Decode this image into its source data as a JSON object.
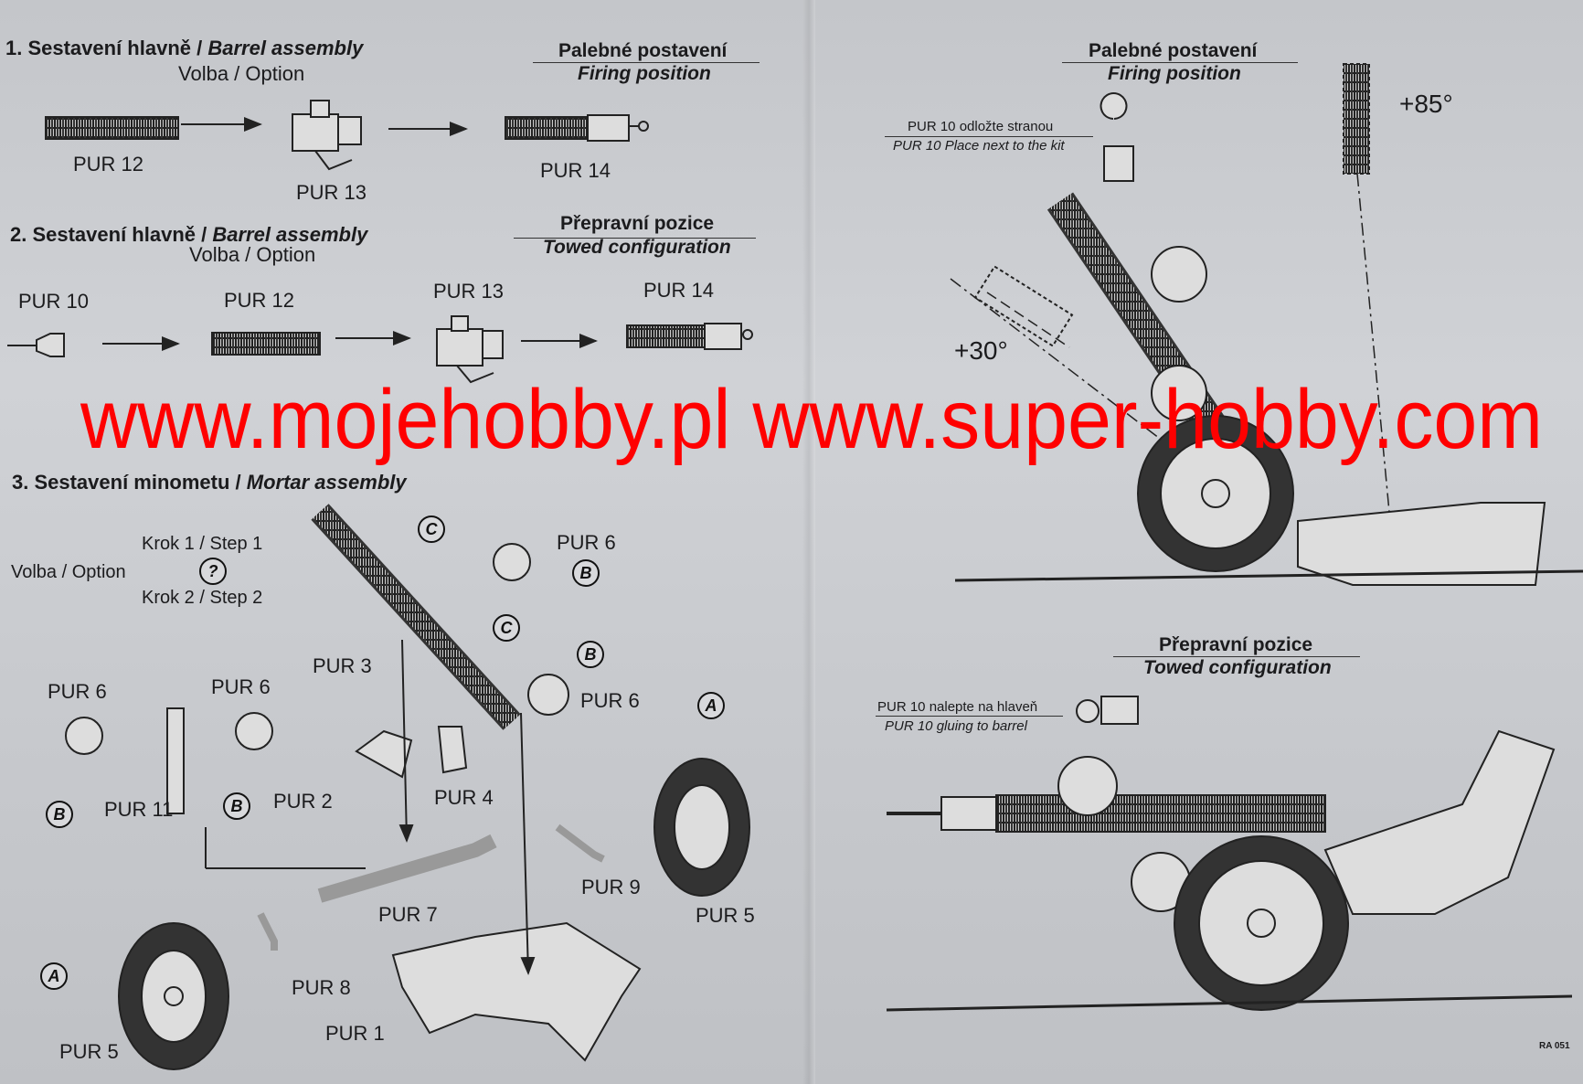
{
  "section1": {
    "title": "1. Sestavení hlavně / ",
    "title_en": "Barrel assembly",
    "option": "Volba / Option",
    "position_cz": "Palebné postavení",
    "position_en": "Firing position",
    "parts": [
      "PUR 12",
      "PUR 13",
      "PUR 14"
    ]
  },
  "section2": {
    "title": "2. Sestavení hlavně / ",
    "title_en": "Barrel assembly",
    "option": "Volba / Option",
    "position_cz": "Přepravní pozice",
    "position_en": "Towed configuration",
    "parts": [
      "PUR 10",
      "PUR 12",
      "PUR 13",
      "PUR 14"
    ]
  },
  "section3": {
    "title": "3. Sestavení minometu / ",
    "title_en": "Mortar assembly",
    "option": "Volba / Option",
    "step1": "Krok 1 / Step 1",
    "step2": "Krok 2 / Step 2",
    "question": "?",
    "labels": {
      "pur6_a": "PUR 6",
      "pur6_b": "PUR 6",
      "pur6_c": "PUR 6",
      "pur6_d": "PUR 6",
      "pur3": "PUR 3",
      "pur11": "PUR 11",
      "pur2": "PUR 2",
      "pur4": "PUR 4",
      "pur9": "PUR 9",
      "pur5_a": "PUR 5",
      "pur5_b": "PUR 5",
      "pur7": "PUR 7",
      "pur8": "PUR 8",
      "pur1": "PUR 1"
    },
    "markers": {
      "a": "A",
      "b": "B",
      "c": "C"
    }
  },
  "right": {
    "firing_cz": "Palebné postavení",
    "firing_en": "Firing position",
    "note1_cz": "PUR 10 odložte stranou",
    "note1_en": "PUR 10 Place next to the kit",
    "angle_high": "+85°",
    "angle_low": "+30°",
    "towed_cz": "Přepravní pozice",
    "towed_en": "Towed configuration",
    "note2_cz": "PUR 10 nalepte na hlaveň",
    "note2_en": "PUR 10 gluing to barrel",
    "code": "RA 051"
  },
  "watermark": {
    "text": "www.mojehobby.pl www.super-hobby.com",
    "color": "#ff0000"
  }
}
